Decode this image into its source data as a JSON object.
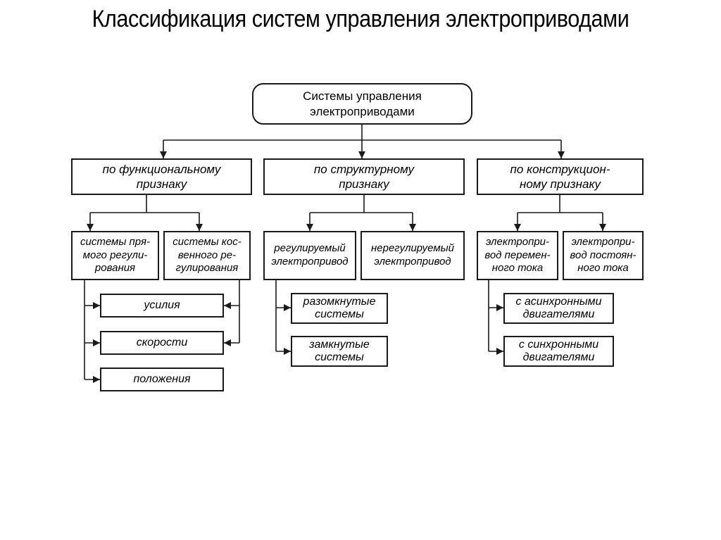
{
  "title": "Классификация систем управления электроприводами",
  "root": {
    "line1": "Системы управления",
    "line2": "электроприводами"
  },
  "categories": [
    {
      "line1": "по функциональному",
      "line2": "признаку",
      "children": [
        {
          "lines": [
            "системы пря-",
            "мого регули-",
            "рования"
          ]
        },
        {
          "lines": [
            "системы кос-",
            "венного ре-",
            "гулирования"
          ]
        }
      ],
      "subtypes": [
        {
          "label": "усилия"
        },
        {
          "label": "скорости"
        },
        {
          "label": "положения"
        }
      ]
    },
    {
      "line1": "по структурному",
      "line2": "признаку",
      "children": [
        {
          "lines": [
            "регулируемый",
            "электропривод"
          ]
        },
        {
          "lines": [
            "нерегулируемый",
            "электропривод"
          ]
        }
      ],
      "subtypes": [
        {
          "lines": [
            "разомкнутые",
            "системы"
          ]
        },
        {
          "lines": [
            "замкнутые",
            "системы"
          ]
        }
      ]
    },
    {
      "line1": "по конструкцион-",
      "line2": "ному признаку",
      "children": [
        {
          "lines": [
            "электропри-",
            "вод перемен-",
            "ного тока"
          ]
        },
        {
          "lines": [
            "электропри-",
            "вод постоян-",
            "ного тока"
          ]
        }
      ],
      "subtypes": [
        {
          "lines": [
            "с асинхронными",
            "двигателями"
          ]
        },
        {
          "lines": [
            "с синхронными",
            "двигателями"
          ]
        }
      ]
    }
  ],
  "colors": {
    "line": "#1a1a1a",
    "background": "#ffffff",
    "text": "#000000"
  }
}
